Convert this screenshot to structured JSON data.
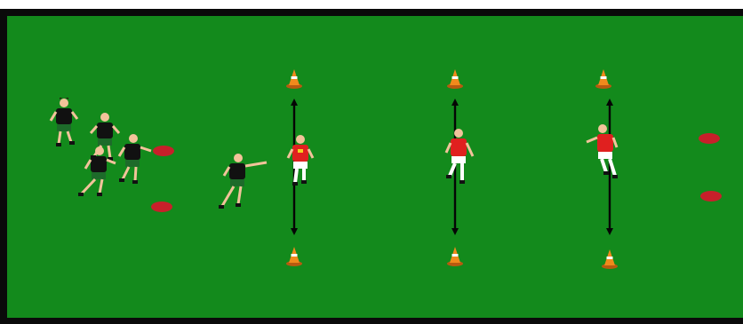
{
  "diagram": {
    "pitch_color": "#138a1c",
    "border_color": "#0a0a0a",
    "cone_color": "#f08a1c",
    "marker_color": "#c8202a",
    "attacker_shirt": "#111111",
    "attacker_shorts": "#1d6b2a",
    "defender_shirt": "#e0201f",
    "defender_shorts": "#ffffff",
    "skin_color": "#f2c39a",
    "arrow_color": "#050505",
    "cone_count": 6,
    "marker_count": 4,
    "attacker_count": 5,
    "defender_count": 3,
    "channel_count": 3
  }
}
